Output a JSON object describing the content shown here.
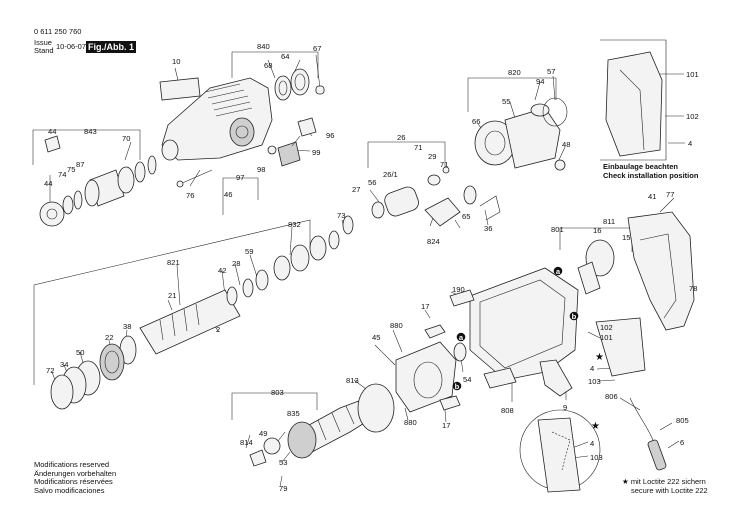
{
  "header": {
    "part_number": "0 611 250 760",
    "issue_label": "Issue",
    "stand_label": "Stand",
    "date": "10-06-07",
    "figure": "Fig./Abb. 1"
  },
  "install_note": {
    "line1": "Einbaulage beachten",
    "line2": "Check installation position"
  },
  "modifications": [
    "Modifications reserved",
    "Änderungen vorbehalten",
    "Modifications réservées",
    "Salvo modificaciones"
  ],
  "loctite": {
    "line1": "mit Loctite 222 sichern",
    "line2": "secure with Loctite 222"
  },
  "callouts": {
    "c10": "10",
    "c840": "840",
    "c64": "64",
    "c67": "67",
    "c68": "68",
    "c96": "96",
    "c99": "99",
    "c44a": "44",
    "c843": "843",
    "c44b": "44",
    "c74": "74",
    "c75": "75",
    "c87": "87",
    "c70": "70",
    "c76": "76",
    "c97": "97",
    "c98": "98",
    "c46": "46",
    "c820": "820",
    "c94": "94",
    "c57": "57",
    "c55": "55",
    "c66": "66",
    "c48": "48",
    "c26": "26",
    "c71a": "71",
    "c29": "29",
    "c71b": "71",
    "c27": "27",
    "c56": "56",
    "c261": "26/1",
    "c65": "65",
    "c824": "824",
    "c36": "36",
    "c73": "73",
    "c101a": "101",
    "c102a": "102",
    "c4a": "4",
    "c832": "832",
    "c59": "59",
    "c28": "28",
    "c821": "821",
    "c42": "42",
    "c21": "21",
    "c38": "38",
    "c22": "22",
    "c50": "50",
    "c34": "34",
    "c72": "72",
    "c2": "2",
    "c41": "41",
    "c77": "77",
    "c801": "801",
    "c811": "811",
    "c16": "16",
    "c15": "15",
    "c78": "78",
    "c190": "190",
    "c17a": "17",
    "c880a": "880",
    "c45": "45",
    "c54": "54",
    "c102b": "102",
    "c101b": "101",
    "c4b": "4",
    "c103a": "103",
    "c813": "813",
    "c803": "803",
    "c835": "835",
    "c880b": "880",
    "c17b": "17",
    "c808": "808",
    "c9": "9",
    "c806": "806",
    "c805": "805",
    "c6": "6",
    "c814": "814",
    "c49": "49",
    "c53": "53",
    "c79": "79",
    "c4c": "4",
    "c103b": "103",
    "star_a": "★",
    "star_b": "★",
    "la": "a",
    "lb": "b"
  }
}
